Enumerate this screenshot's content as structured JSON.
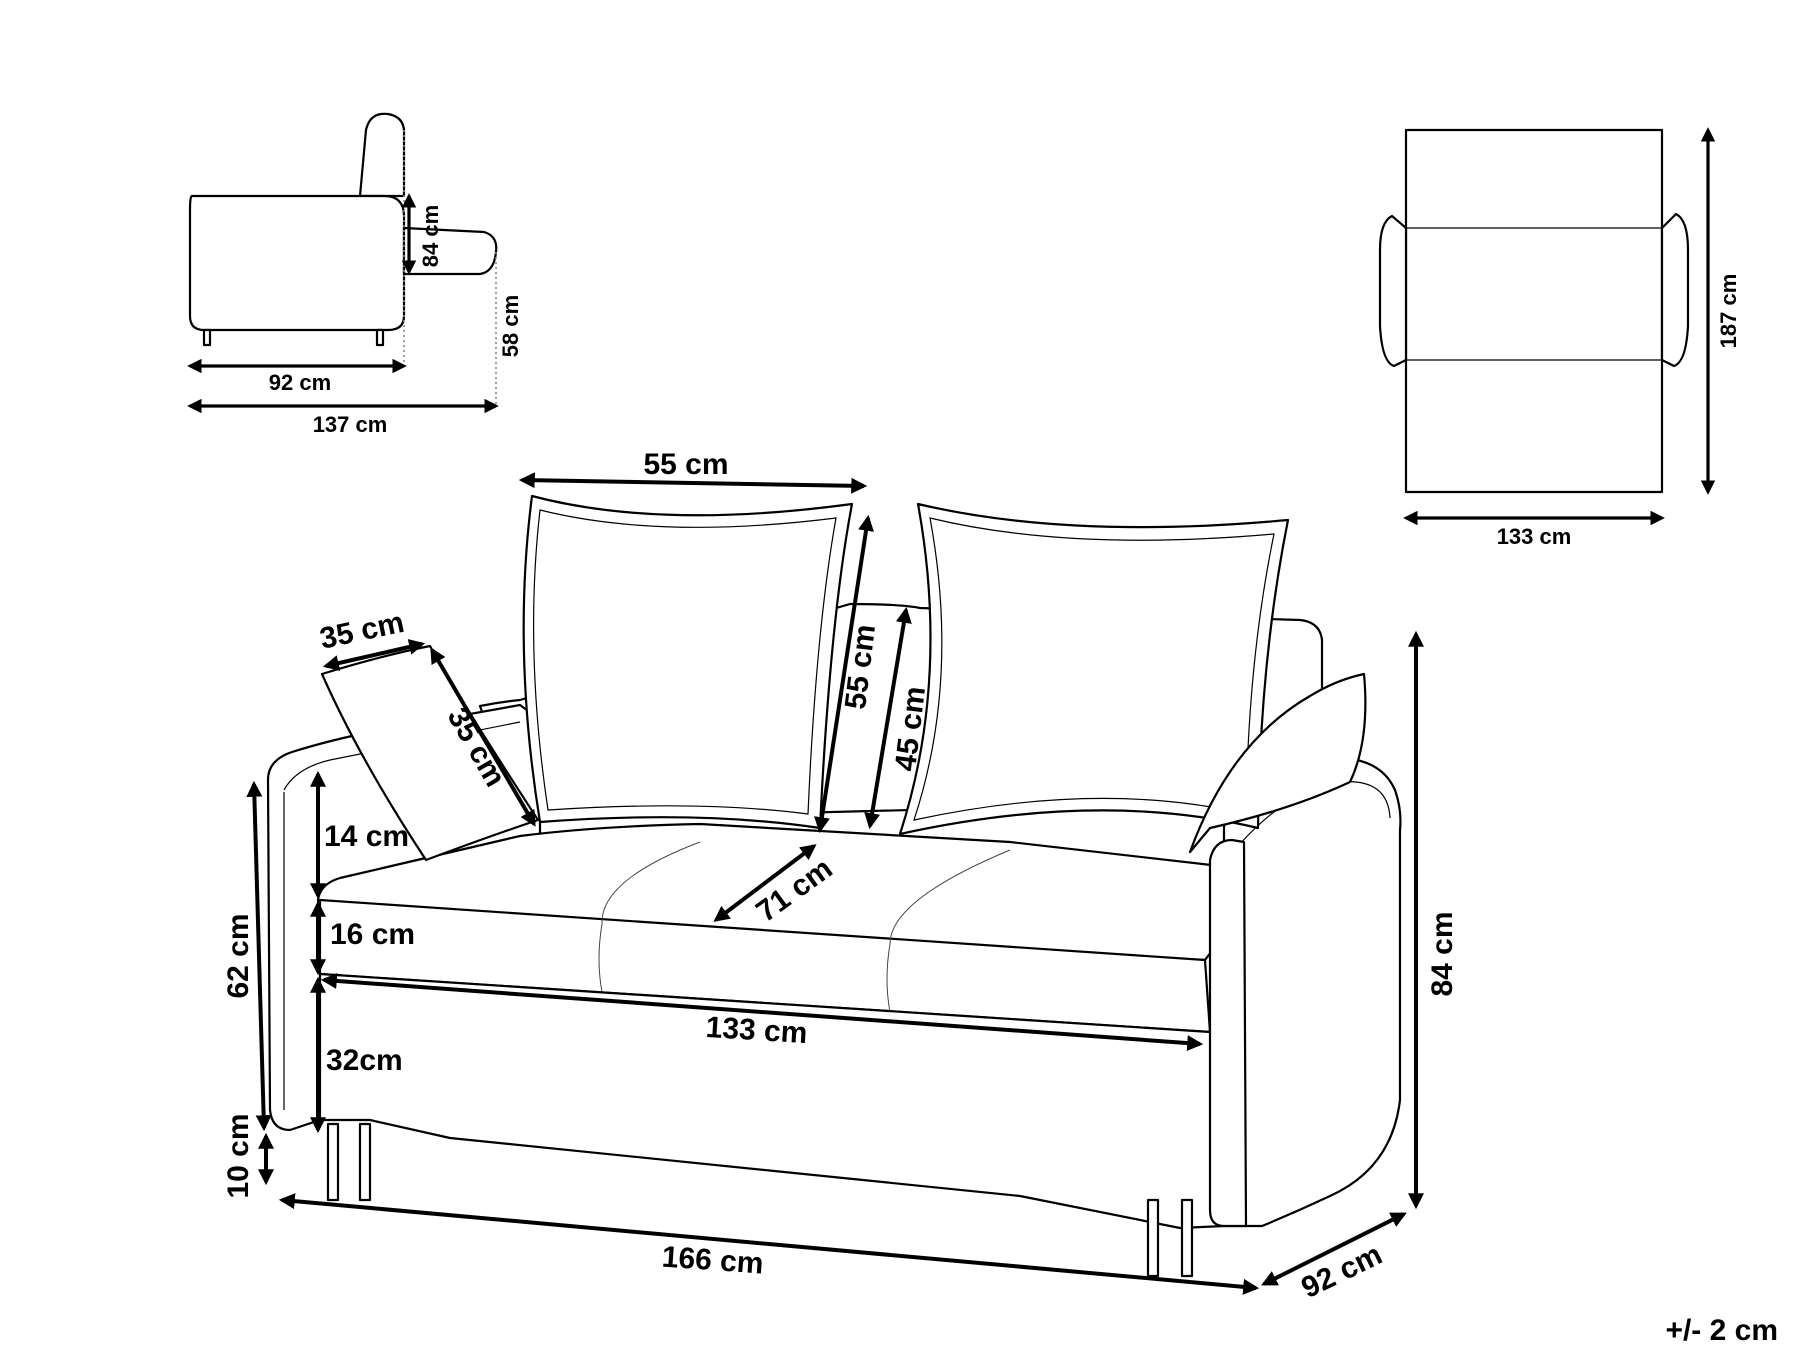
{
  "dimensions": {
    "side_backrest_height": "84 cm",
    "side_bed_height": "58 cm",
    "side_depth": "92 cm",
    "side_depth_extended": "137 cm",
    "top_bed_length": "187 cm",
    "top_width": "133 cm",
    "cushion_width": "55 cm",
    "cushion_height": "55 cm",
    "backrest_height": "45 cm",
    "pillow_width": "35 cm",
    "pillow_height": "35 cm",
    "armrest_height": "14 cm",
    "seat_cushion_height": "16 cm",
    "seat_height": "62 cm",
    "base_height": "32cm",
    "leg_height": "10 cm",
    "seat_width": "133 cm",
    "seat_depth": "71 cm",
    "total_width": "166 cm",
    "total_depth": "92 cm",
    "total_height": "84 cm"
  },
  "tolerance": "+/- 2 cm"
}
